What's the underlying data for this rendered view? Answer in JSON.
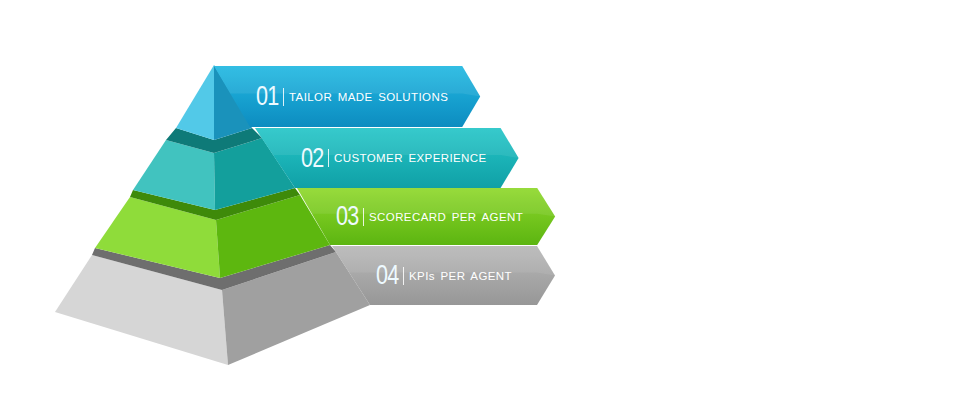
{
  "diagram": {
    "nodes": [
      {
        "text": [
          "01",
          "TAILOR MADE SOLUTIONS"
        ]
      },
      {
        "text": [
          "02",
          "CUSTOMER EXPERIENCE"
        ]
      },
      {
        "text": [
          "03",
          "SCORECARD PER AGENT"
        ]
      },
      {
        "text": [
          "04",
          "KPIs PER AGENT"
        ]
      }
    ]
  }
}
